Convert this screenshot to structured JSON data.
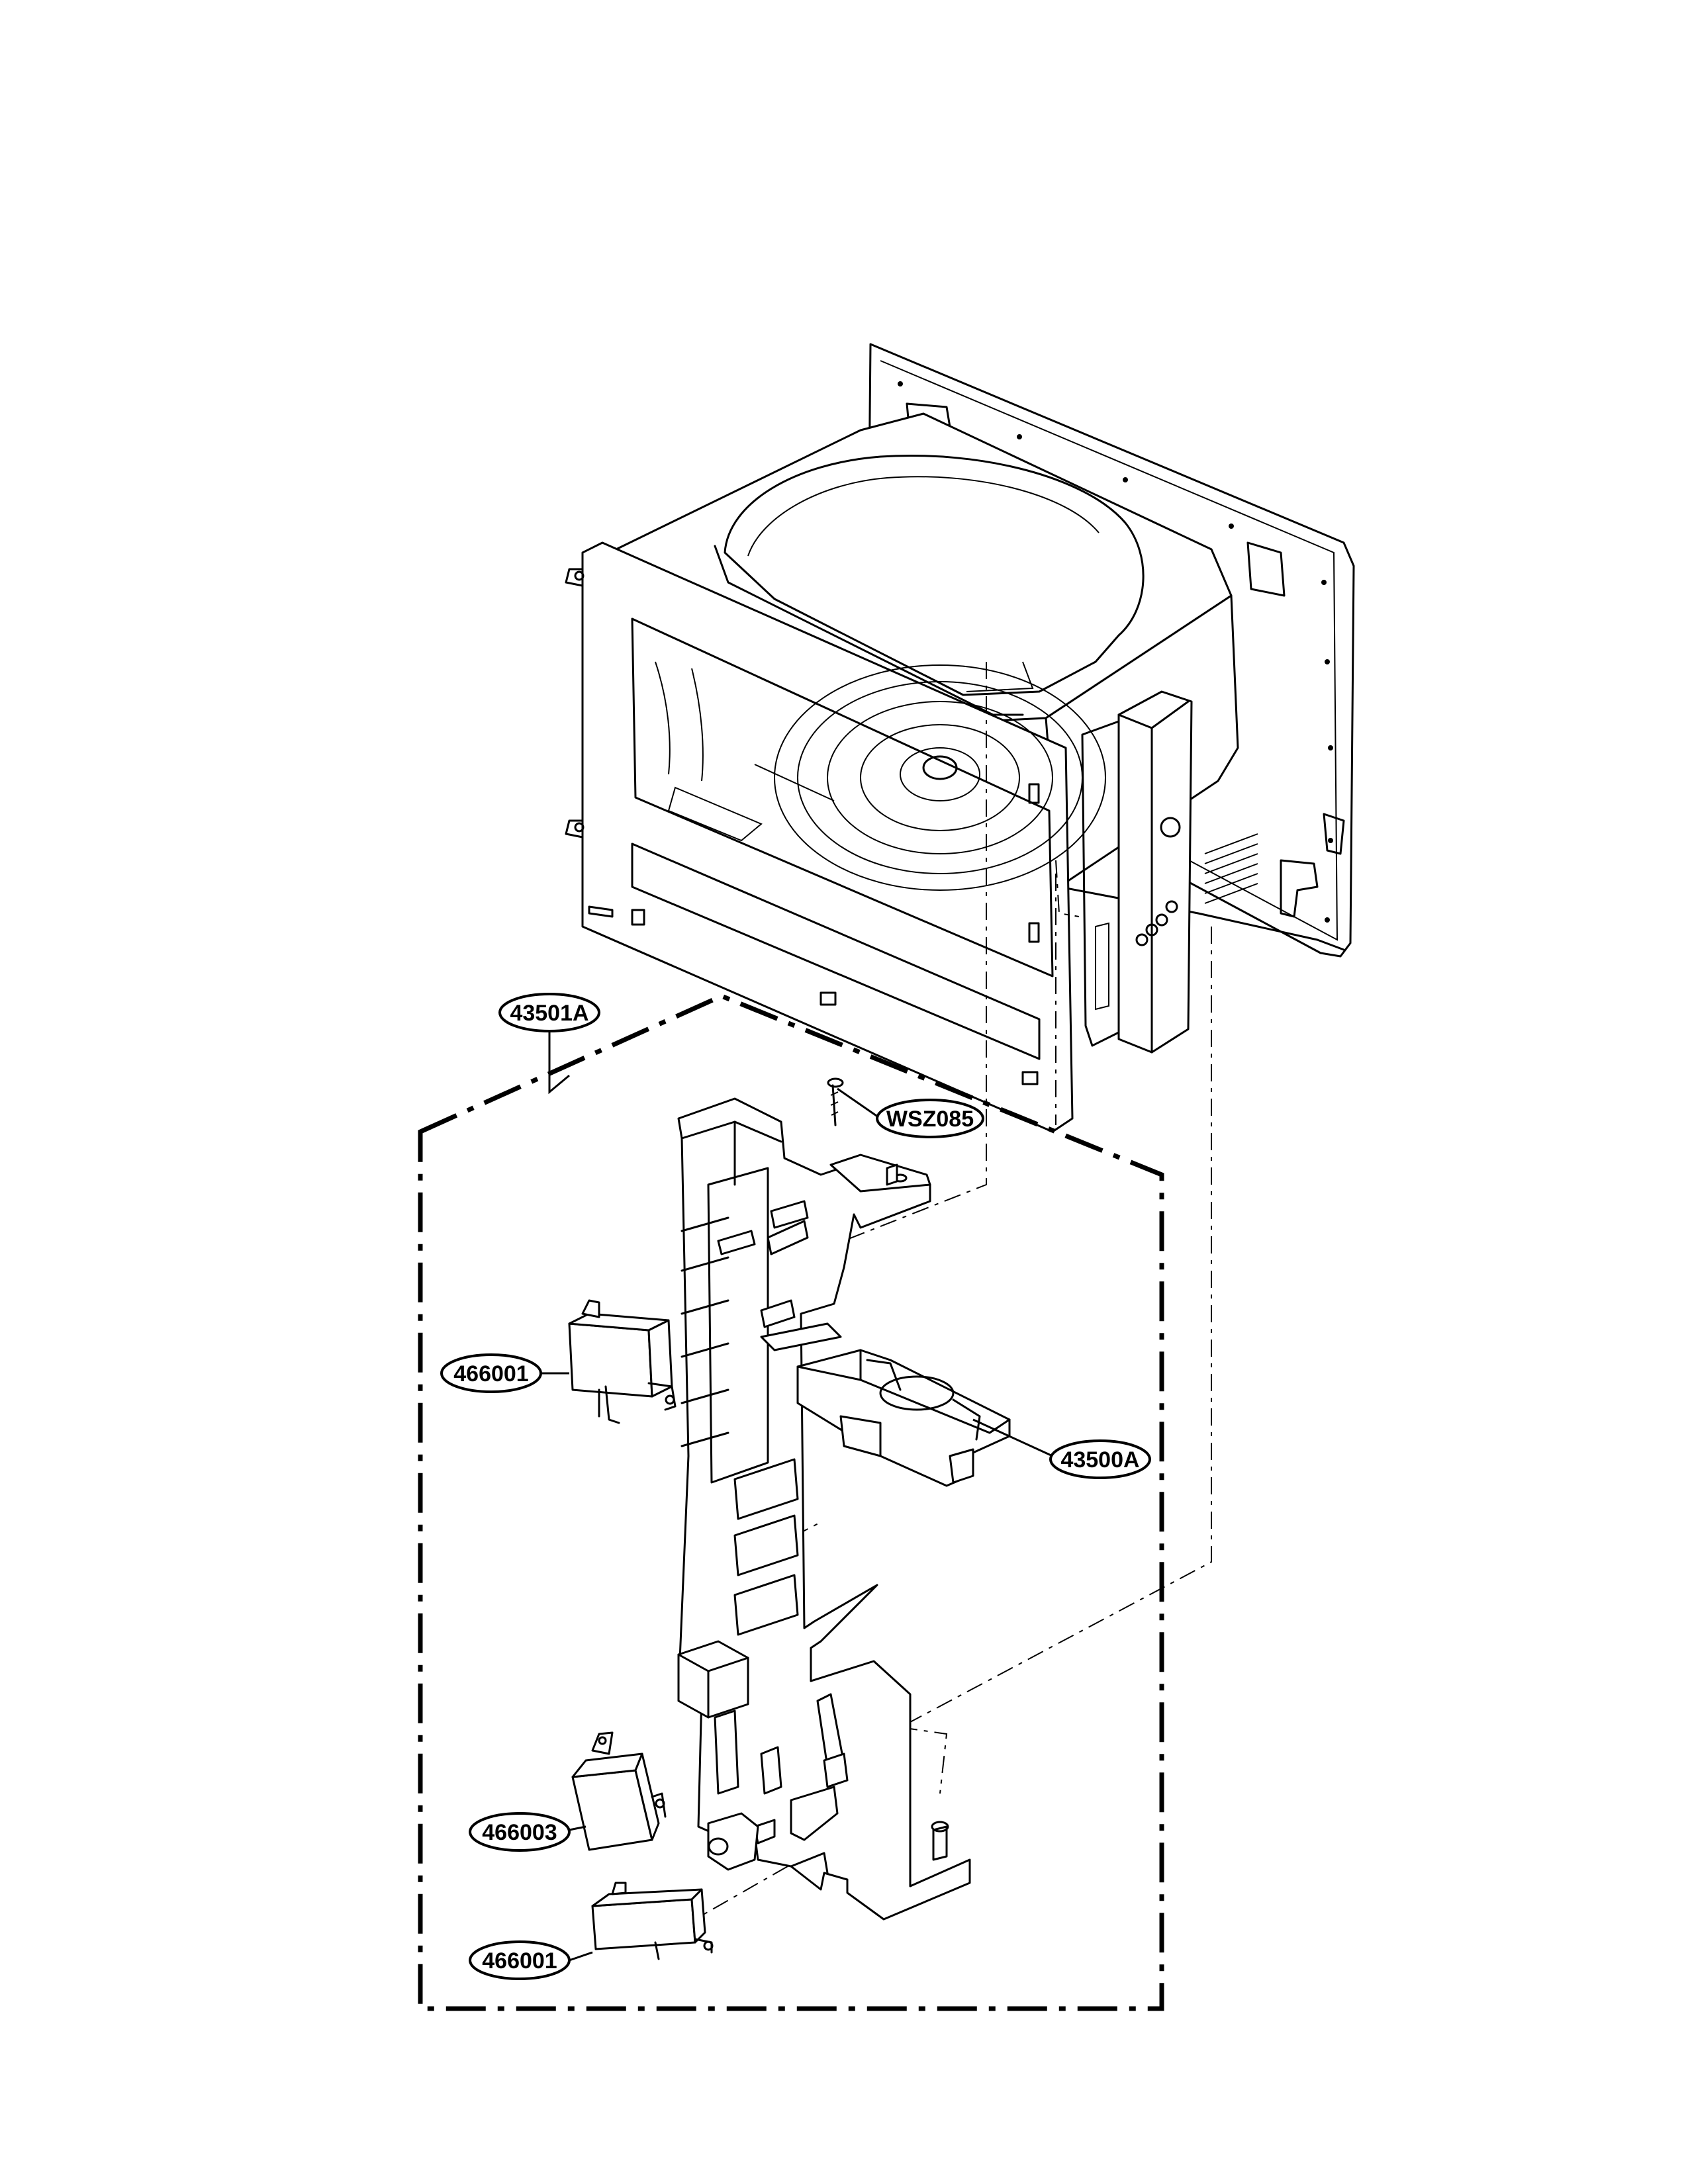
{
  "callouts": [
    {
      "id": "c1",
      "label": "43501A"
    },
    {
      "id": "c2",
      "label": "WSZ085"
    },
    {
      "id": "c3",
      "label": "466001"
    },
    {
      "id": "c4",
      "label": "43500A"
    },
    {
      "id": "c5",
      "label": "466003"
    },
    {
      "id": "c6",
      "label": "466001"
    }
  ]
}
